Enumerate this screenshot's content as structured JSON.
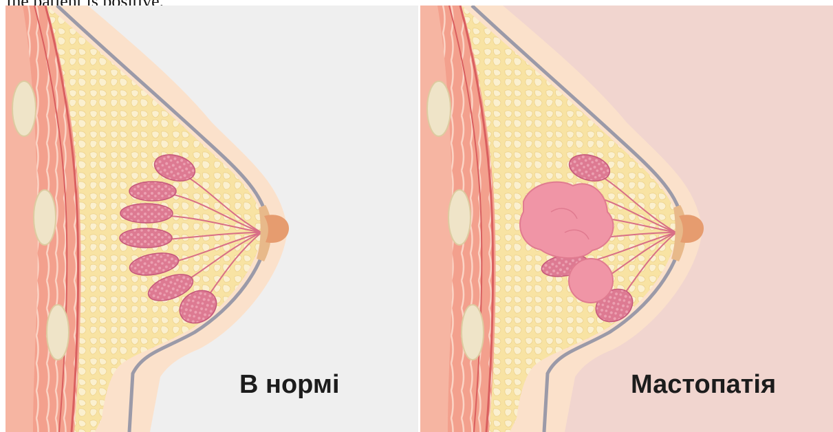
{
  "top_note": "the patient is positive.",
  "panels": [
    {
      "caption": "В нормі",
      "background": "#efefef"
    },
    {
      "caption": "Мастопатія",
      "background": "#f1d5cf"
    }
  ],
  "colors": {
    "skin": "#fbe1cb",
    "fat_tissue": "#f8e3a3",
    "fat_cells": "#fbf0cf",
    "muscle": "#f3a08d",
    "muscle_dark": "#d95f5f",
    "membrane": "#9b9aa8",
    "lobule": "#dd7a92",
    "duct": "#d86e86",
    "areola": "#e8b98a",
    "nipple": "#e69c6f",
    "cyst": "#f095a6"
  }
}
